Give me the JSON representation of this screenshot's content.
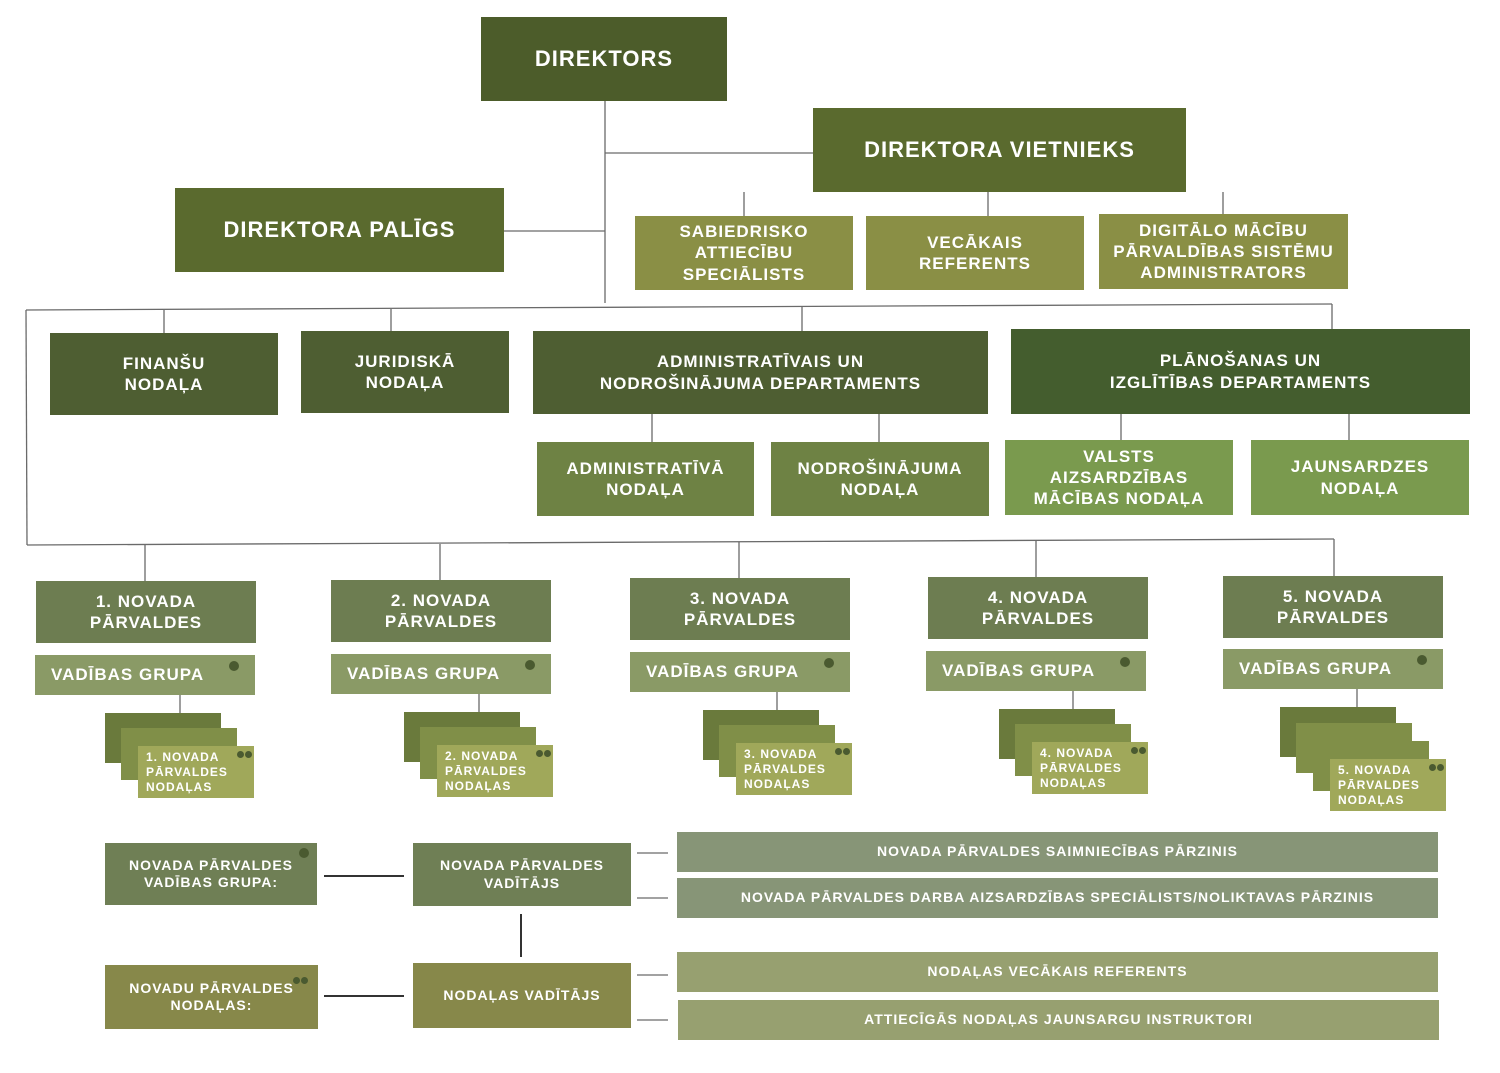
{
  "top": {
    "director": "DIREKTORS",
    "deputy": "DIREKTORA VIETNIEKS",
    "assistant": "DIREKTORA PALĪGS"
  },
  "deputy_units": [
    "SABIEDRISKO\nATTIECĪBU\nSPECIĀLISTS",
    "VECĀKAIS\nREFERENTS",
    "DIGITĀLO MĀCĪBU\nPĀRVALDĪBAS SISTĒMU\nADMINISTRATORS"
  ],
  "departments": {
    "finance": "FINANŠU\nNODAĻA",
    "legal": "JURIDISKĀ\nNODAĻA",
    "admin_dept": "ADMINISTRATĪVAIS UN\nNODROŠINĀJUMA DEPARTAMENTS",
    "planning_dept": "PLĀNOŠANAS UN\nIZGLĪTĪBAS DEPARTAMENTS",
    "admin_sub": [
      "ADMINISTRATĪVĀ\nNODAĻA",
      "NODROŠINĀJUMA\nNODAĻA"
    ],
    "planning_sub": [
      "VALSTS\nAIZSARDZĪBAS\nMĀCĪBAS NODAĻA",
      "JAUNSARDZES\nNODAĻA"
    ]
  },
  "regions": [
    {
      "title": "1. NOVADA\nPĀRVALDES",
      "group": "VADĪBAS GRUPA",
      "units": "1. NOVADA\nPĀRVALDES\nNODAĻAS"
    },
    {
      "title": "2. NOVADA\nPĀRVALDES",
      "group": "VADĪBAS GRUPA",
      "units": "2. NOVADA\nPĀRVALDES\nNODAĻAS"
    },
    {
      "title": "3. NOVADA\nPĀRVALDES",
      "group": "VADĪBAS GRUPA",
      "units": "3. NOVADA\nPĀRVALDES\nNODAĻAS"
    },
    {
      "title": "4. NOVADA\nPĀRVALDES",
      "group": "VADĪBAS GRUPA",
      "units": "4. NOVADA\nPĀRVALDES\nNODAĻAS"
    },
    {
      "title": "5. NOVADA\nPĀRVALDES",
      "group": "VADĪBAS GRUPA",
      "units": "5. NOVADA\nPĀRVALDES\nNODAĻAS"
    }
  ],
  "legend": {
    "group_label": "NOVADA PĀRVALDES\nVADĪBAS GRUPA:",
    "units_label": "NOVADU PĀRVALDES\nNODAĻAS:",
    "head": "NOVADA PĀRVALDES\nVADĪTĀJS",
    "unit_head": "NODAĻAS VADĪTĀJS",
    "head_roles": [
      "NOVADA PĀRVALDES SAIMNIECĪBAS PĀRZINIS",
      "NOVADA PĀRVALDES DARBA AIZSARDZĪBAS SPECIĀLISTS/NOLIKTAVAS PĀRZINIS"
    ],
    "unit_roles": [
      "NODAĻAS VECĀKAIS REFERENTS",
      "ATTIECĪGĀS NODAĻAS JAUNSARGU INSTRUKTORI"
    ]
  }
}
